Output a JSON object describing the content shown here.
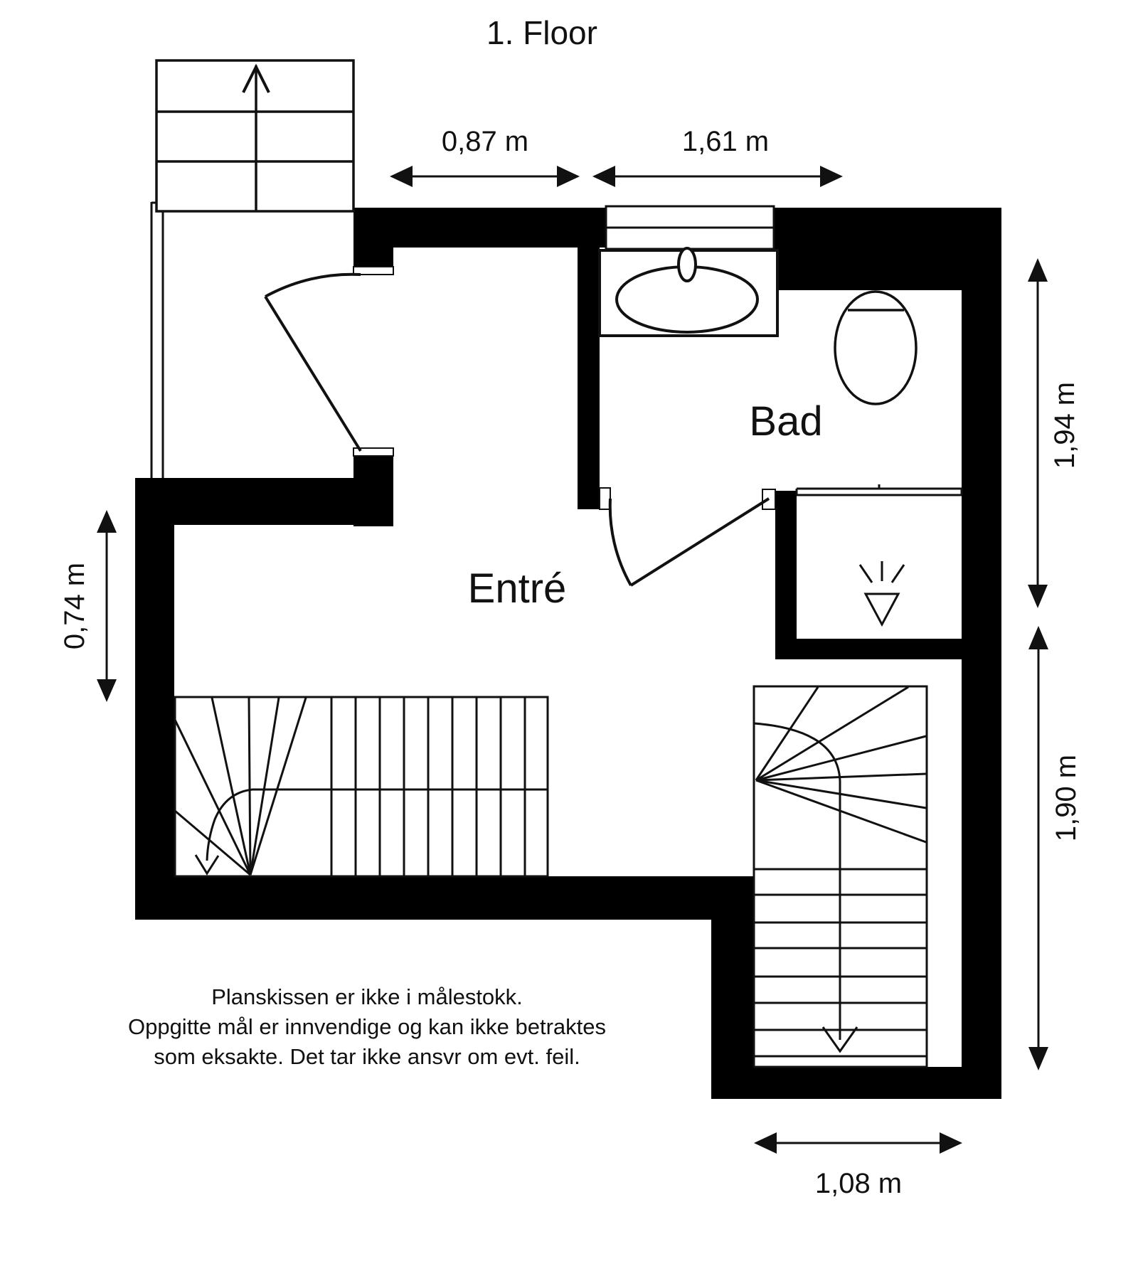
{
  "title": "1. Floor",
  "rooms": {
    "bathroom": "Bad",
    "entrance": "Entré"
  },
  "dimensions": {
    "corridor_width": "0,87 m",
    "bathroom_width": "1,61 m",
    "bathroom_depth": "1,94 m",
    "left_wall": "0,74 m",
    "stair_depth": "1,90 m",
    "stair_width": "1,08 m"
  },
  "disclaimer": {
    "line1": "Planskissen er ikke i målestokk.",
    "line2": "Oppgitte mål er innvendige og kan ikke betraktes",
    "line3": "som eksakte. Det tar ikke ansvr om evt. feil."
  },
  "colors": {
    "wall": "#000000",
    "line": "#111111",
    "background": "#ffffff",
    "text": "#111111"
  }
}
